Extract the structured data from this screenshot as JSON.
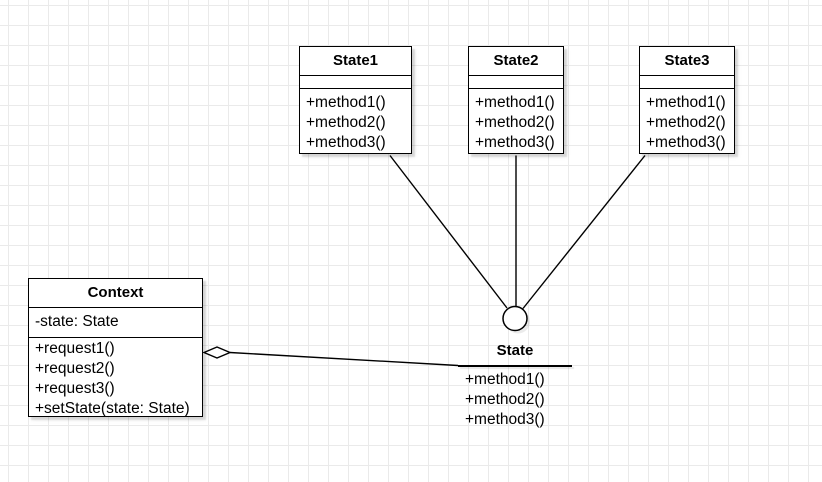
{
  "diagram": {
    "kind": "uml-class-diagram-state-pattern",
    "colors": {
      "background": "#ffffff",
      "grid_line": "#eaeaea",
      "shape_fill": "#ffffff",
      "shape_stroke": "#000000",
      "text": "#000000",
      "shadow": "rgba(0,0,0,0.10)"
    },
    "classes": {
      "state1": {
        "title": "State1",
        "methods": [
          "+method1()",
          "+method2()",
          "+method3()"
        ]
      },
      "state2": {
        "title": "State2",
        "methods": [
          "+method1()",
          "+method2()",
          "+method3()"
        ]
      },
      "state3": {
        "title": "State3",
        "methods": [
          "+method1()",
          "+method2()",
          "+method3()"
        ]
      },
      "context": {
        "title": "Context",
        "attributes": [
          "-state: State"
        ],
        "methods": [
          "+request1()",
          "+request2()",
          "+request3()",
          "+setState(state: State)"
        ]
      }
    },
    "interface": {
      "title": "State",
      "notation": "lollipop-circle",
      "methods": [
        "+method1()",
        "+method2()",
        "+method3()"
      ]
    },
    "relationships": [
      {
        "from": "State1",
        "to": "State",
        "type": "association"
      },
      {
        "from": "State2",
        "to": "State",
        "type": "association"
      },
      {
        "from": "State3",
        "to": "State",
        "type": "association"
      },
      {
        "from": "Context",
        "to": "State",
        "type": "aggregation"
      }
    ]
  }
}
